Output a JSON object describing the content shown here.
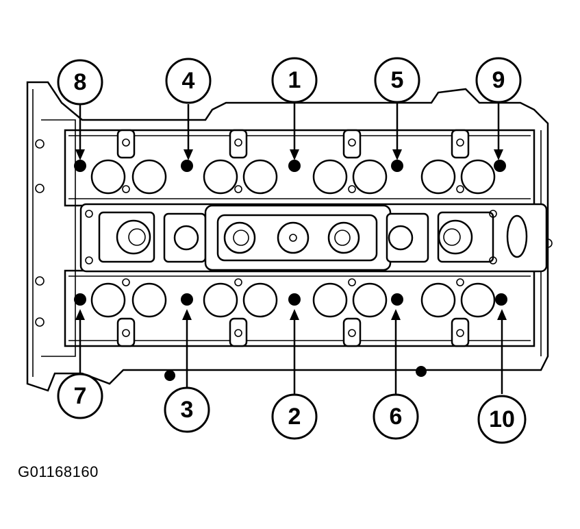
{
  "figure_id": "G01168160",
  "callouts_top": [
    "8",
    "4",
    "1",
    "5",
    "9"
  ],
  "callouts_bottom": [
    "7",
    "3",
    "2",
    "6",
    "10"
  ],
  "colors": {
    "ink": "#000000",
    "paper": "#ffffff"
  }
}
